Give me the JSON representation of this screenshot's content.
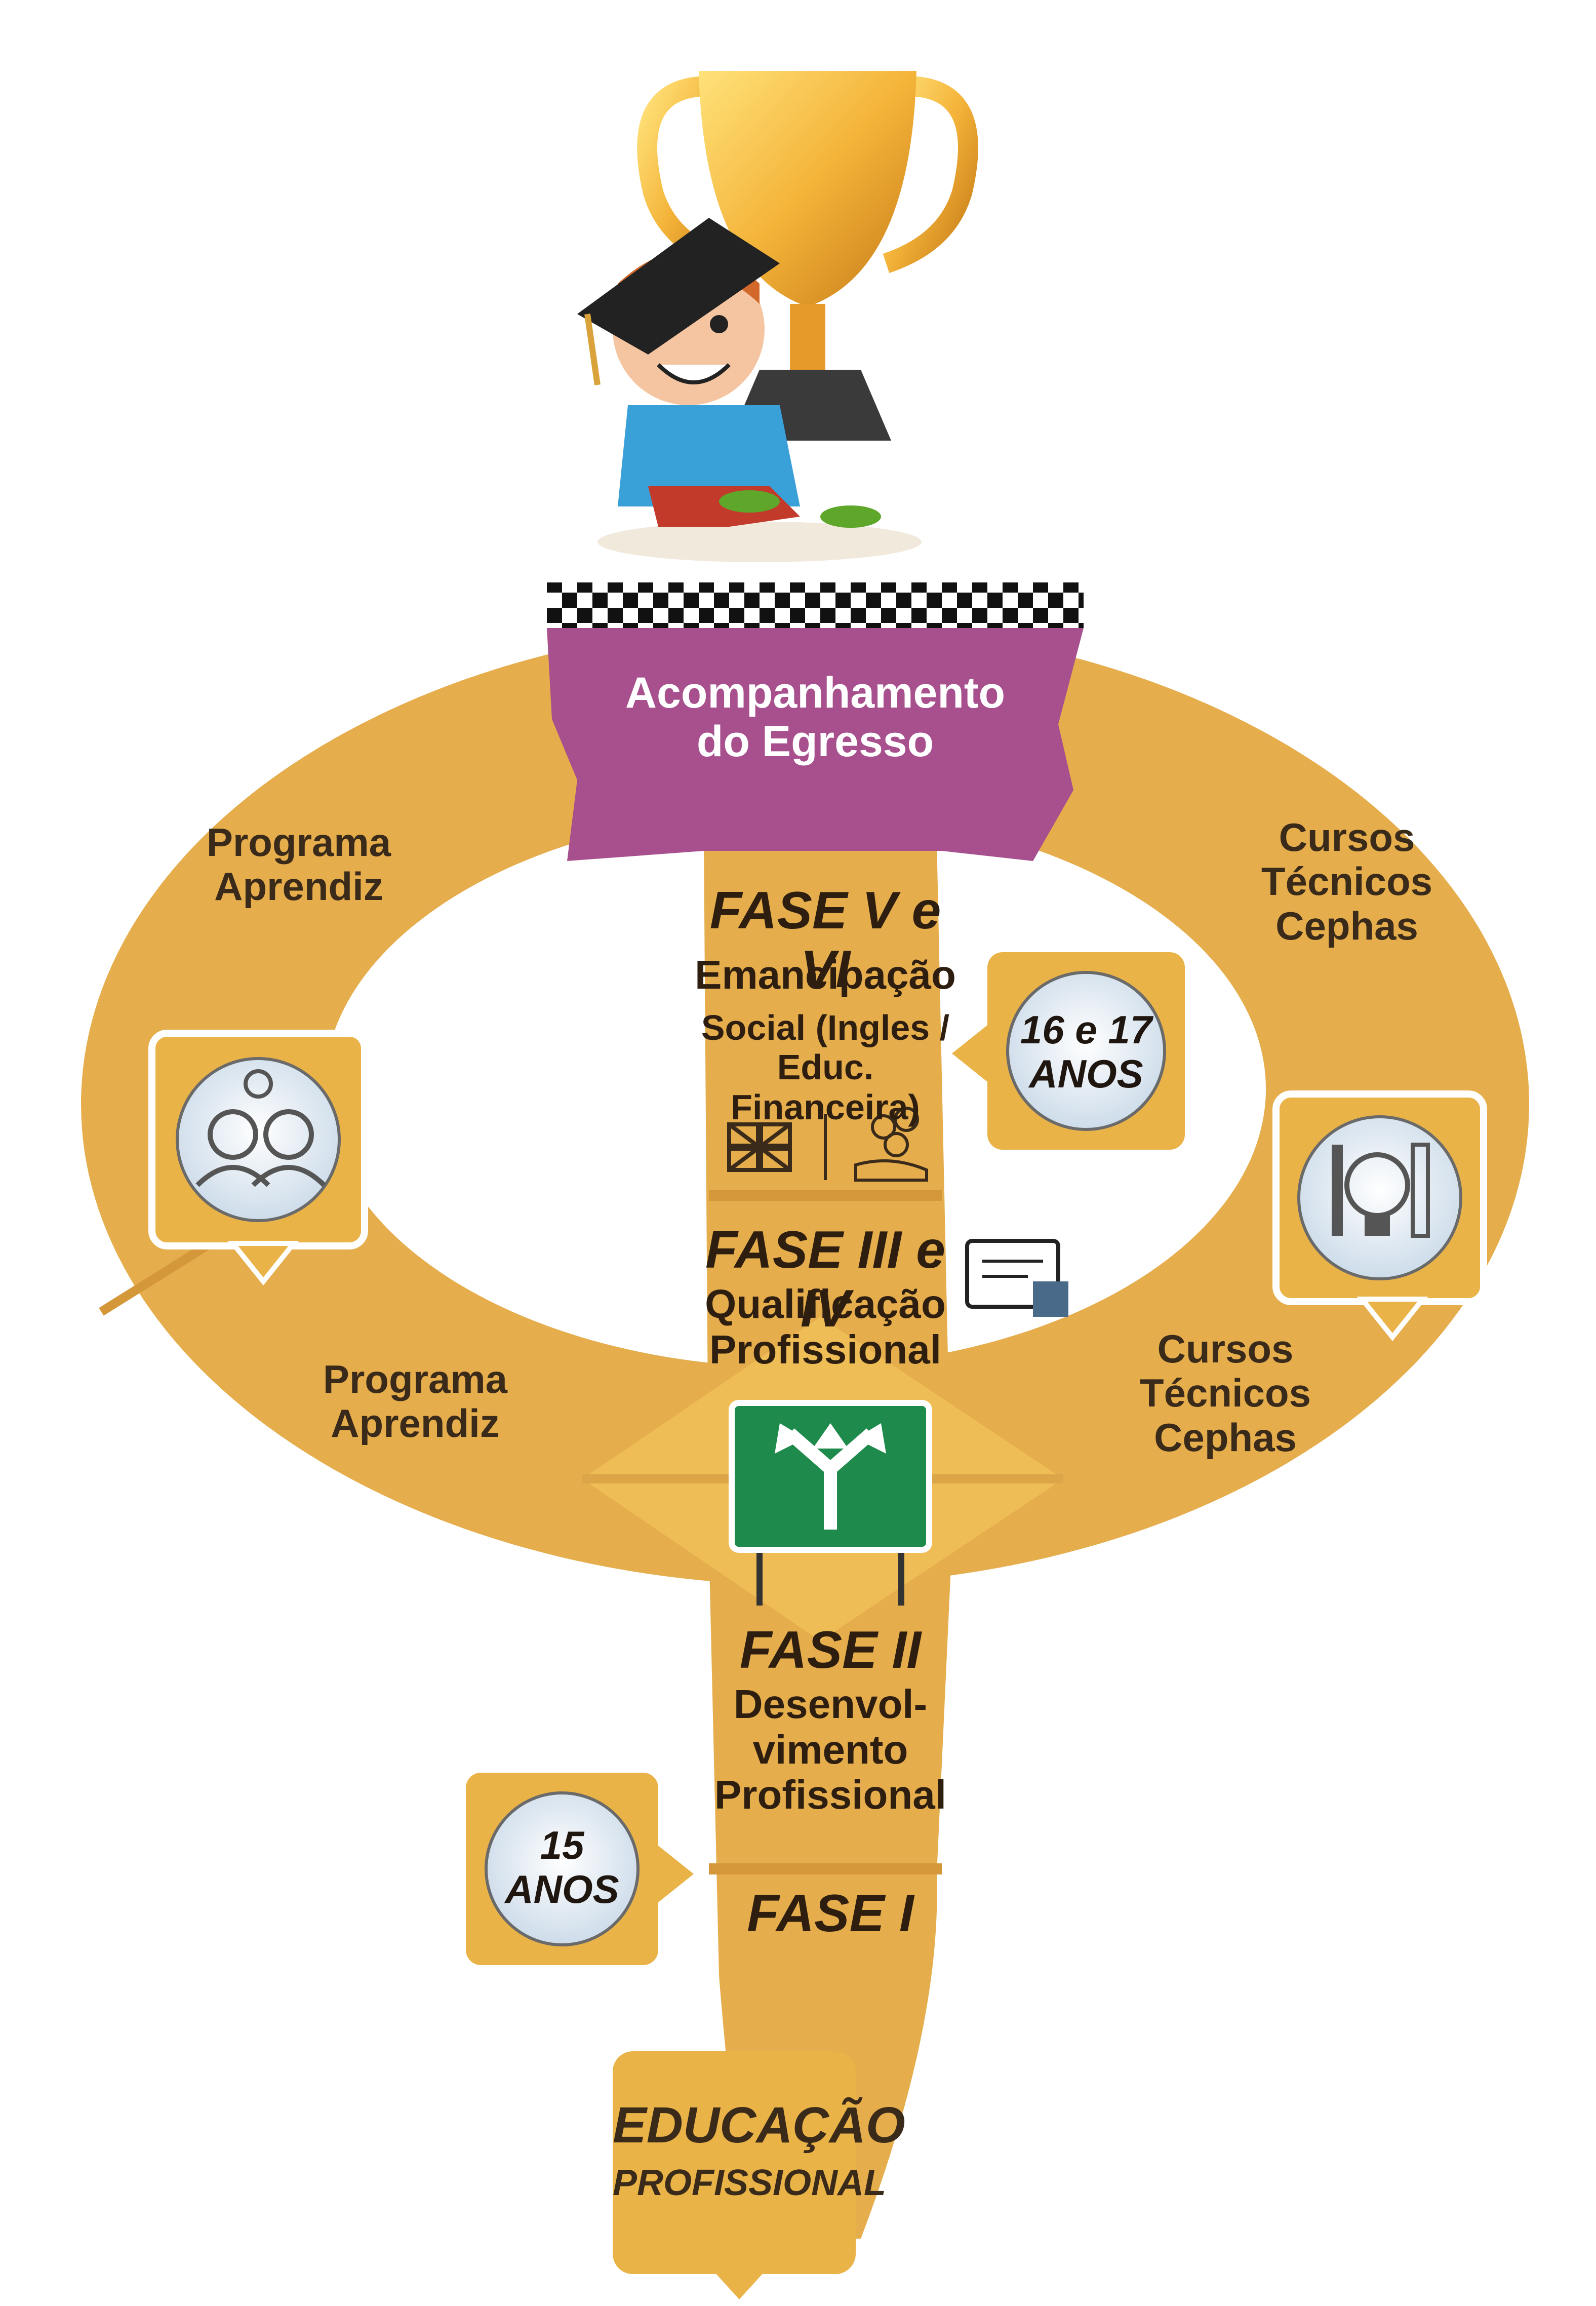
{
  "finish": {
    "label": "Acompanhamento\ndo Egresso"
  },
  "routes": {
    "top_left": "Programa\nAprendiz",
    "bottom_left": "Programa\nAprendiz",
    "top_right": "Cursos\nTécnicos\nCephas",
    "bottom_right": "Cursos\nTécnicos\nCephas"
  },
  "phases": {
    "fase_v_vi": {
      "title": "FASE V e VI",
      "subtitle": "Emancipação",
      "detail": "Social (Ingles /\nEduc. Financeira)"
    },
    "fase_iii_iv": {
      "title": "FASE III e IV",
      "subtitle": "Qualificação\nProfissional"
    },
    "fase_ii": {
      "title": "FASE II",
      "subtitle": "Desenvol-\nvimento\nProfissional"
    },
    "fase_i": {
      "title": "FASE I"
    }
  },
  "ages": {
    "upper": "16 e 17\nANOS",
    "lower": "15\nANOS"
  },
  "start": {
    "title": "EDUCAÇÃO",
    "subtitle": "PROFISSIONAL"
  },
  "colors": {
    "road": "#e5ad4c",
    "road_edge": "#d4983a",
    "finish_band": "#a7508d",
    "badge": "#e9b348",
    "sign": "#1e8a4c"
  },
  "icons": [
    "trophy-graduate-illustration",
    "checkered-finish-flag",
    "people-icon",
    "tools-lightbulb-icon",
    "uk-flag-icon",
    "money-hand-icon",
    "certificate-icon",
    "road-fork-sign-icon"
  ]
}
